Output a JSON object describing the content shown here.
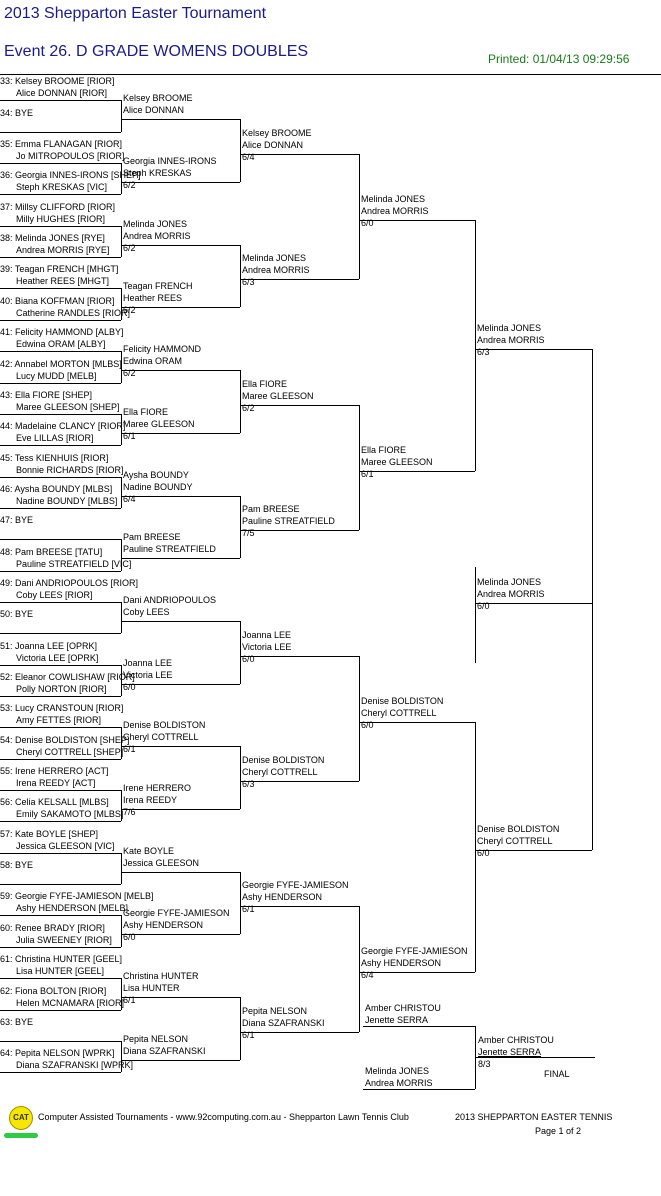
{
  "header": {
    "title": "2013 Shepparton Easter Tournament",
    "event": "Event 26. D GRADE WOMENS DOUBLES",
    "printed": "Printed: 01/04/13 09:29:56"
  },
  "round1": [
    [
      "33: Kelsey BROOME [RIOR]",
      "Alice DONNAN [RIOR]"
    ],
    [
      "34: BYE",
      ""
    ],
    [
      "35: Emma FLANAGAN [RIOR]",
      "Jo MITROPOULOS [RIOR]"
    ],
    [
      "36: Georgia INNES-IRONS [SHEP]",
      "Steph KRESKAS [VIC]"
    ],
    [
      "37: Millsy CLIFFORD [RIOR]",
      "Milly HUGHES [RIOR]"
    ],
    [
      "38: Melinda JONES [RYE]",
      "Andrea MORRIS [RYE]"
    ],
    [
      "39: Teagan FRENCH [MHGT]",
      "Heather REES [MHGT]"
    ],
    [
      "40: Biana KOFFMAN [RIOR]",
      "Catherine RANDLES [RIOR]"
    ],
    [
      "41: Felicity HAMMOND [ALBY]",
      "Edwina ORAM [ALBY]"
    ],
    [
      "42: Annabel MORTON [MLBS]",
      "Lucy MUDD [MELB]"
    ],
    [
      "43: Ella FIORE [SHEP]",
      "Maree GLEESON [SHEP]"
    ],
    [
      "44: Madelaine CLANCY [RIOR]",
      "Eve LILLAS [RIOR]"
    ],
    [
      "45: Tess KIENHUIS [RIOR]",
      "Bonnie RICHARDS [RIOR]"
    ],
    [
      "46: Aysha BOUNDY [MLBS]",
      "Nadine BOUNDY [MLBS]"
    ],
    [
      "47: BYE",
      ""
    ],
    [
      "48: Pam BREESE [TATU]",
      "Pauline STREATFIELD [VIC]"
    ],
    [
      "49: Dani ANDRIOPOULOS [RIOR]",
      "Coby LEES [RIOR]"
    ],
    [
      "50: BYE",
      ""
    ],
    [
      "51: Joanna LEE [OPRK]",
      "Victoria LEE [OPRK]"
    ],
    [
      "52: Eleanor COWLISHAW [RIOR]",
      "Polly NORTON [RIOR]"
    ],
    [
      "53: Lucy CRANSTOUN [RIOR]",
      "Amy FETTES [RIOR]"
    ],
    [
      "54: Denise BOLDISTON [SHEP]",
      "Cheryl COTTRELL [SHEP]"
    ],
    [
      "55: Irene HERRERO [ACT]",
      "Irena REEDY [ACT]"
    ],
    [
      "56: Celia KELSALL [MLBS]",
      "Emily SAKAMOTO [MLBS]"
    ],
    [
      "57: Kate BOYLE [SHEP]",
      "Jessica GLEESON [VIC]"
    ],
    [
      "58: BYE",
      ""
    ],
    [
      "59: Georgie FYFE-JAMIESON [MELB]",
      "Ashy HENDERSON [MELB]"
    ],
    [
      "60: Renee BRADY [RIOR]",
      "Julia SWEENEY [RIOR]"
    ],
    [
      "61: Christina HUNTER [GEEL]",
      "Lisa HUNTER [GEEL]"
    ],
    [
      "62: Fiona BOLTON [RIOR]",
      "Helen MCNAMARA [RIOR]"
    ],
    [
      "63: BYE",
      ""
    ],
    [
      "64: Pepita NELSON [WPRK]",
      "Diana SZAFRANSKI [WPRK]"
    ]
  ],
  "round2": [
    [
      "Kelsey BROOME",
      "Alice DONNAN",
      ""
    ],
    [
      "Georgia INNES-IRONS",
      "Steph KRESKAS",
      "6/2"
    ],
    [
      "Melinda JONES",
      "Andrea MORRIS",
      "6/2"
    ],
    [
      "Teagan FRENCH",
      "Heather REES",
      "6/2"
    ],
    [
      "Felicity HAMMOND",
      "Edwina ORAM",
      "6/2"
    ],
    [
      "Ella FIORE",
      "Maree GLEESON",
      "6/1"
    ],
    [
      "Aysha BOUNDY",
      "Nadine BOUNDY",
      "6/4"
    ],
    [
      "Pam BREESE",
      "Pauline STREATFIELD",
      ""
    ],
    [
      "Dani ANDRIOPOULOS",
      "Coby LEES",
      ""
    ],
    [
      "Joanna LEE",
      "Victoria LEE",
      "6/0"
    ],
    [
      "Denise BOLDISTON",
      "Cheryl COTTRELL",
      "6/1"
    ],
    [
      "Irene HERRERO",
      "Irena REEDY",
      "7/6"
    ],
    [
      "Kate BOYLE",
      "Jessica GLEESON",
      ""
    ],
    [
      "Georgie FYFE-JAMIESON",
      "Ashy HENDERSON",
      "6/0"
    ],
    [
      "Christina HUNTER",
      "Lisa HUNTER",
      "6/1"
    ],
    [
      "Pepita NELSON",
      "Diana SZAFRANSKI",
      ""
    ]
  ],
  "round3": [
    [
      "Kelsey BROOME",
      "Alice DONNAN",
      "6/4"
    ],
    [
      "Melinda JONES",
      "Andrea MORRIS",
      "6/3"
    ],
    [
      "Ella FIORE",
      "Maree GLEESON",
      "6/2"
    ],
    [
      "Pam BREESE",
      "Pauline STREATFIELD",
      "7/5"
    ],
    [
      "Joanna LEE",
      "Victoria LEE",
      "6/0"
    ],
    [
      "Denise BOLDISTON",
      "Cheryl COTTRELL",
      "6/3"
    ],
    [
      "Georgie FYFE-JAMIESON",
      "Ashy HENDERSON",
      "6/1"
    ],
    [
      "Pepita NELSON",
      "Diana SZAFRANSKI",
      "6/1"
    ]
  ],
  "round4": [
    [
      "Melinda JONES",
      "Andrea MORRIS",
      "6/0"
    ],
    [
      "Ella FIORE",
      "Maree GLEESON",
      "6/1"
    ],
    [
      "Denise BOLDISTON",
      "Cheryl COTTRELL",
      "6/0"
    ],
    [
      "Georgie FYFE-JAMIESON",
      "Ashy HENDERSON",
      "6/4"
    ]
  ],
  "round5": [
    [
      "Melinda JONES",
      "Andrea MORRIS",
      "6/3"
    ],
    [
      "Denise BOLDISTON",
      "Cheryl COTTRELL",
      "6/0"
    ]
  ],
  "round6": [
    [
      "Melinda JONES",
      "Andrea MORRIS",
      "6/0"
    ]
  ],
  "final_block": {
    "top": [
      "Amber CHRISTOU",
      "Jenette SERRA"
    ],
    "bottom": [
      "Melinda JONES",
      "Andrea MORRIS"
    ],
    "winner": [
      "Amber CHRISTOU",
      "Jenette SERRA",
      "8/3"
    ],
    "label": "FINAL"
  },
  "footer": {
    "logo_text": "CAT",
    "credit": "Computer Assisted Tournaments - www.92computing.com.au -  Shepparton Lawn Tennis Club",
    "event_name": "2013 SHEPPARTON EASTER TENNIS",
    "page": "Page 1 of 2"
  }
}
